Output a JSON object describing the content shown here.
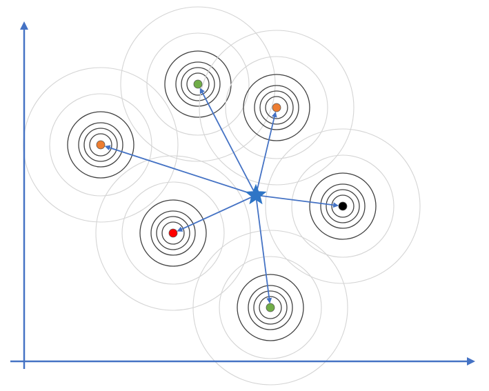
{
  "colors": {
    "axis": "#4472c4",
    "arrow": "#4472c4",
    "star": "#2e75c6",
    "ring_outer": "#d4d4d4",
    "ring_inner": "#404040"
  },
  "center": {
    "shape": "star",
    "icon": "star-icon"
  },
  "nodes": [
    {
      "name": "node-green-top",
      "color": "#70ad47"
    },
    {
      "name": "node-orange-top-right",
      "color": "#ed7d31"
    },
    {
      "name": "node-orange-left",
      "color": "#ed7d31"
    },
    {
      "name": "node-black-right",
      "color": "#000000"
    },
    {
      "name": "node-red-left",
      "color": "#ff0000"
    },
    {
      "name": "node-green-bottom",
      "color": "#70ad47"
    }
  ]
}
